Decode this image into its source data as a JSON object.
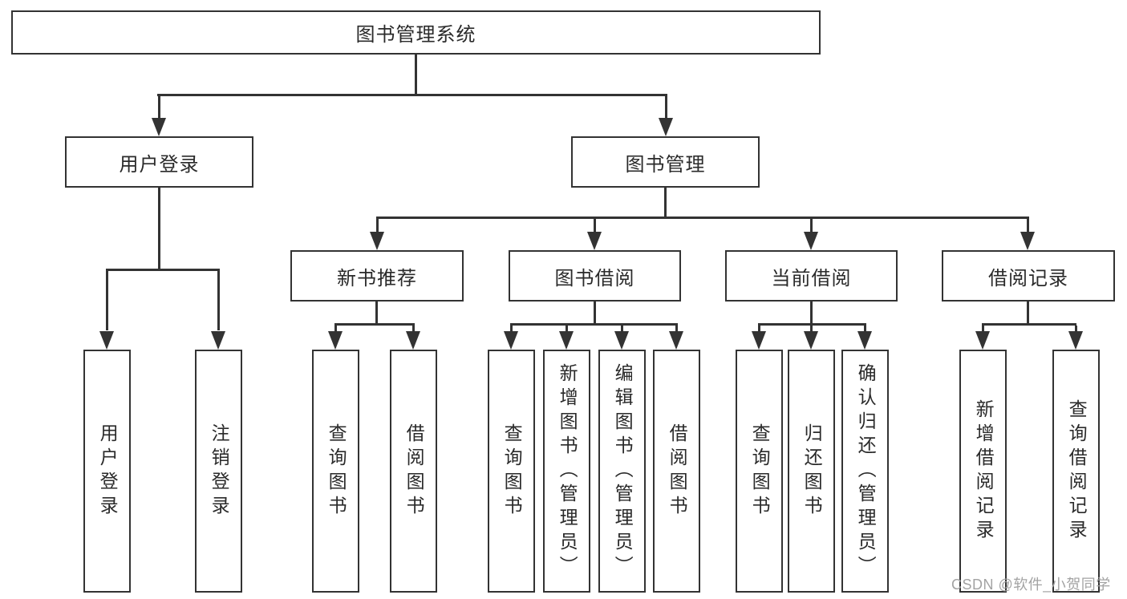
{
  "tree": {
    "label": "图书管理系统",
    "children": [
      {
        "label": "用户登录",
        "children": [
          {
            "label": "用户登录"
          },
          {
            "label": "注销登录"
          }
        ]
      },
      {
        "label": "图书管理",
        "children": [
          {
            "label": "新书推荐",
            "children": [
              {
                "label": "查询图书"
              },
              {
                "label": "借阅图书"
              }
            ]
          },
          {
            "label": "图书借阅",
            "children": [
              {
                "label": "查询图书"
              },
              {
                "label": "新增图书（管理员）"
              },
              {
                "label": "编辑图书（管理员）"
              },
              {
                "label": "借阅图书"
              }
            ]
          },
          {
            "label": "当前借阅",
            "children": [
              {
                "label": "查询图书"
              },
              {
                "label": "归还图书"
              },
              {
                "label": "确认归还（管理员）"
              }
            ]
          },
          {
            "label": "借阅记录",
            "children": [
              {
                "label": "新增借阅记录"
              },
              {
                "label": "查询借阅记录"
              }
            ]
          }
        ]
      }
    ]
  },
  "watermark": {
    "text": "CSDN @软件_小贺同学"
  },
  "colors": {
    "line": "#333333",
    "box_border": "#333333",
    "text": "#2a2a2a",
    "background": "#ffffff",
    "watermark": "#a3a3a3"
  }
}
